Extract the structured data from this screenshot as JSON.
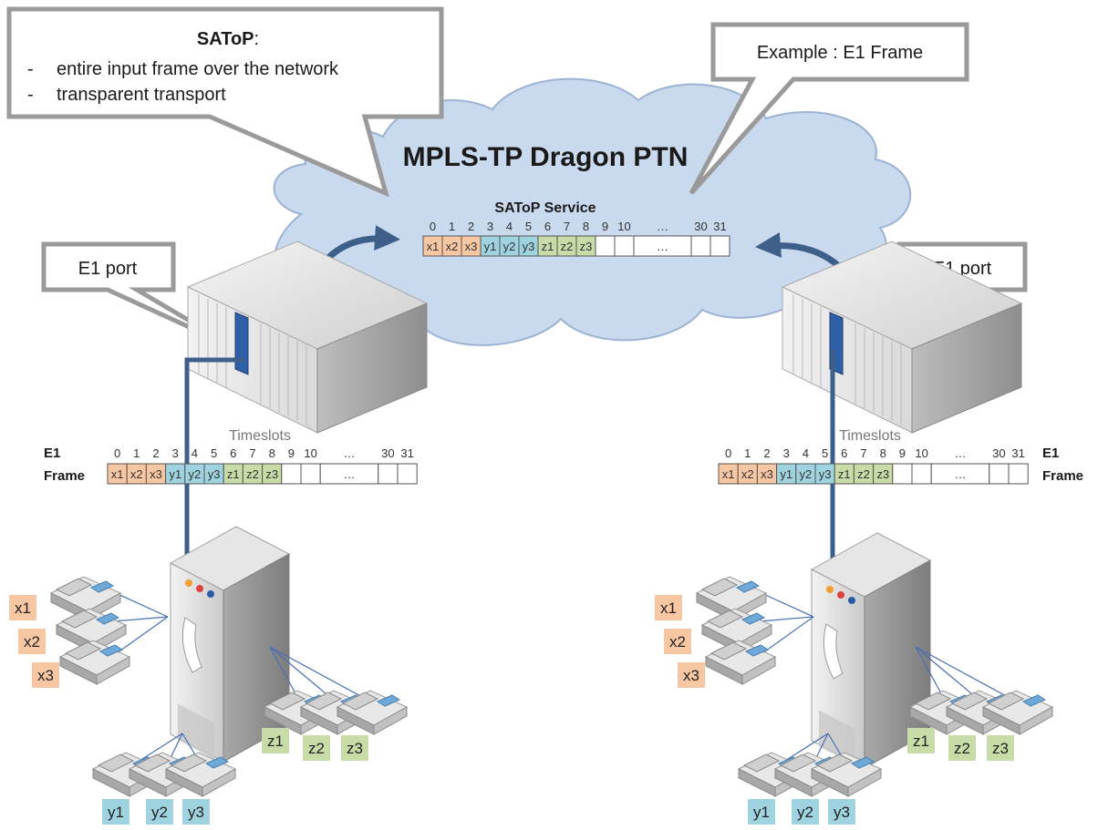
{
  "callout_satop": {
    "title": "SAToP",
    "title_suffix": ":",
    "lines": [
      "entire input frame over the network",
      "transparent transport"
    ],
    "bullet": "-"
  },
  "callout_example": {
    "text": "Example : E1 Frame"
  },
  "cloud": {
    "title": "MPLS-TP Dragon PTN",
    "service_label": "SAToP Service"
  },
  "e1_port_label": "E1 port",
  "timeslots_label": "Timeslots",
  "e1_frame_label": {
    "line1": "E1",
    "line2": "Frame"
  },
  "frame": {
    "indices": [
      "0",
      "1",
      "2",
      "3",
      "4",
      "5",
      "6",
      "7",
      "8",
      "9",
      "10",
      "…",
      "30",
      "31"
    ],
    "cells": [
      "x1",
      "x2",
      "x3",
      "y1",
      "y2",
      "y3",
      "z1",
      "z2",
      "z3",
      "",
      "",
      "…",
      "",
      ""
    ],
    "colors": {
      "x": "#f7c6a3",
      "y": "#9fd3e0",
      "z": "#c7dca6",
      "empty": "#ffffff"
    }
  },
  "phones": {
    "x_labels": [
      "x1",
      "x2",
      "x3"
    ],
    "y_labels": [
      "y1",
      "y2",
      "y3"
    ],
    "z_labels": [
      "z1",
      "z2",
      "z3"
    ]
  },
  "colors": {
    "cloud_fill": "#c9d9ee",
    "cloud_stroke": "#9db3d3",
    "link": "#3e5f8a",
    "callout_stroke": "#9a9a9a"
  }
}
